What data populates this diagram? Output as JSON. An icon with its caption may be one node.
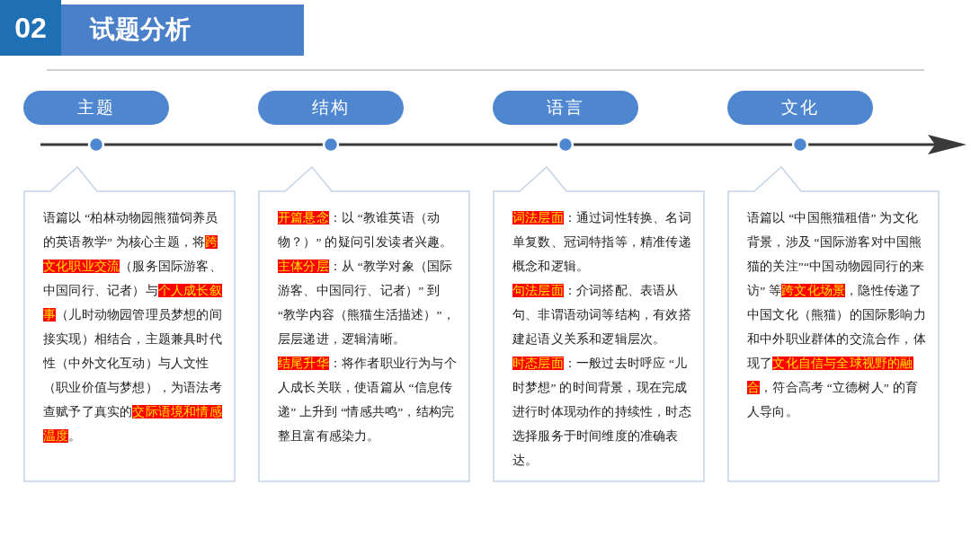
{
  "diagram": {
    "title": "试题分析",
    "nodes": [
      {
        "text": [
          "主题"
        ]
      },
      {
        "text": [
          "结构"
        ]
      },
      {
        "text": [
          "语言"
        ]
      },
      {
        "text": [
          "文化"
        ]
      },
      {
        "text": [
          "语篇以 “柏林动物园熊猫饲养员的英语教学” 为核心主题，将**跨文化职业交流**（服务国际游客、中国同行、记者）与**个人成长叙事**（儿时动物园管理员梦想的间接实现）相结合，主题兼具时代性（中外文化互动）与人文性（职业价值与梦想），为语法考查赋予了真实的**交际语境和情感温度**。"
        ]
      },
      {
        "text": [
          "**开篇悬念**：以 “教谁英语（动物？）” 的疑问引发读者兴趣。",
          "**主体分层**：从 “教学对象（国际游客、中国同行、记者）” 到 “教学内容（熊猫生活描述）”，层层递进，逻辑清晰。",
          "**结尾升华**：将作者职业行为与个人成长关联，使语篇从 “信息传递” 上升到 “情感共鸣”，结构完整且富有感染力。"
        ]
      },
      {
        "text": [
          "**词法层面**：通过词性转换、名词单复数、冠词特指等，精准传递概念和逻辑。",
          "**句法层面**：介词搭配、表语从句、非谓语动词等结构，有效搭建起语义关系和逻辑层次。",
          "**时态层面**：一般过去时呼应 “儿时梦想” 的时间背景，现在完成进行时体现动作的持续性，时态选择服务于时间维度的准确表达。"
        ]
      },
      {
        "text": [
          "语篇以 “中国熊猫租借” 为文化背景，涉及 “国际游客对中国熊猫的关注”“中国动物园同行的来访” 等**跨文化场景**，隐性传递了中国文化（熊猫）的国际影响力和中外职业群体的交流合作，体现了**文化自信与全球视野的融合**，符合高考 “立德树人” 的育人导向。"
        ]
      }
    ],
    "labels": [
      "02"
    ]
  }
}
